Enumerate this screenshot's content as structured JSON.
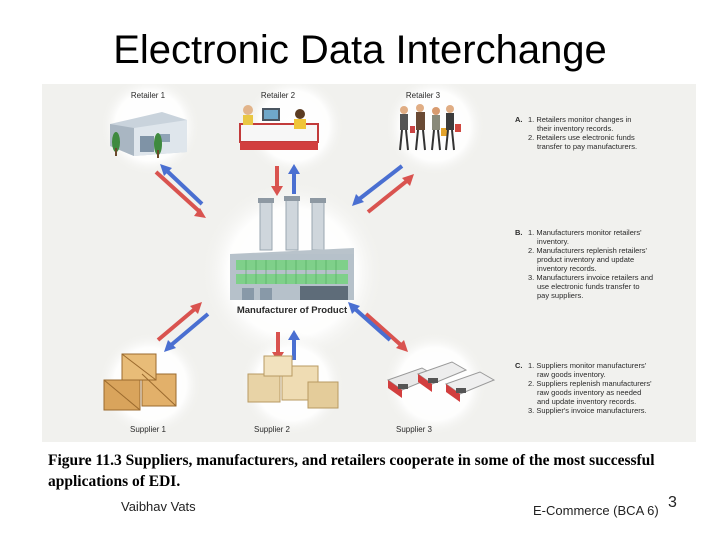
{
  "title": "Electronic Data Interchange",
  "figure": {
    "retailers": [
      "Retailer 1",
      "Retailer 2",
      "Retailer 3"
    ],
    "suppliers": [
      "Supplier 1",
      "Supplier 2",
      "Supplier 3"
    ],
    "manufacturer_label": "Manufacturer of Product",
    "steps": [
      {
        "letter": "A.",
        "lines": [
          "1. Retailers monitor changes in",
          "their inventory records.",
          "2. Retailers use electronic funds",
          "transfer to pay manufacturers."
        ]
      },
      {
        "letter": "B.",
        "lines": [
          "1. Manufacturers monitor retailers'",
          "inventory.",
          "2. Manufacturers replenish retailers'",
          "product inventory and update",
          "inventory records.",
          "3. Manufacturers invoice retailers and",
          "use electronic funds transfer to",
          "pay suppliers."
        ]
      },
      {
        "letter": "C.",
        "lines": [
          "1. Suppliers monitor manufacturers'",
          "raw goods inventory.",
          "2. Suppliers replenish manufacturers'",
          "raw goods inventory as needed",
          "and update inventory records.",
          "3. Supplier's invoice manufacturers."
        ]
      }
    ],
    "colors": {
      "arrow_red": "#d9534f",
      "arrow_blue": "#4a6fd1",
      "background": "#f1f1ee"
    }
  },
  "caption": "Figure 11.3 Suppliers, manufacturers, and retailers cooperate in some of the most successful applications of EDI.",
  "footer": {
    "author": "Vaibhav Vats",
    "course": "E-Commerce (BCA 6)",
    "page_number": "3"
  }
}
